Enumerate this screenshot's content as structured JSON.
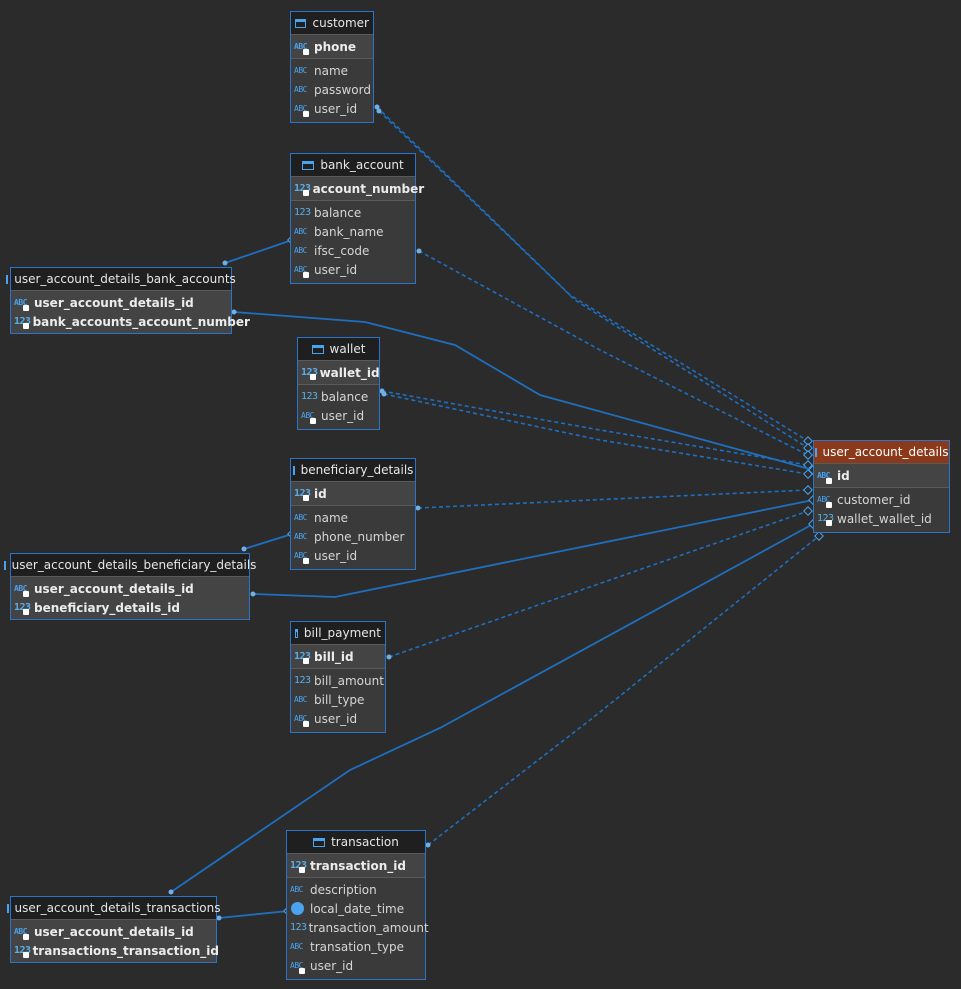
{
  "tables": [
    {
      "id": "customer",
      "name": "customer",
      "columns": [
        {
          "name": "phone",
          "type": "abc",
          "key": true
        },
        {
          "name": "name",
          "type": "abc"
        },
        {
          "name": "password",
          "type": "abc"
        },
        {
          "name": "user_id",
          "type": "abc",
          "fk": true
        }
      ]
    },
    {
      "id": "bank_account",
      "name": "bank_account",
      "columns": [
        {
          "name": "account_number",
          "type": "num",
          "key": true
        },
        {
          "name": "balance",
          "type": "num"
        },
        {
          "name": "bank_name",
          "type": "abc"
        },
        {
          "name": "ifsc_code",
          "type": "abc"
        },
        {
          "name": "user_id",
          "type": "abc",
          "fk": true
        }
      ]
    },
    {
      "id": "uadba",
      "name": "user_account_details_bank_accounts",
      "columns": [
        {
          "name": "user_account_details_id",
          "type": "abc",
          "key": true
        },
        {
          "name": "bank_accounts_account_number",
          "type": "num",
          "key": true
        }
      ]
    },
    {
      "id": "wallet",
      "name": "wallet",
      "columns": [
        {
          "name": "wallet_id",
          "type": "num",
          "key": true
        },
        {
          "name": "balance",
          "type": "num"
        },
        {
          "name": "user_id",
          "type": "abc",
          "fk": true
        }
      ]
    },
    {
      "id": "beneficiary_details",
      "name": "beneficiary_details",
      "columns": [
        {
          "name": "id",
          "type": "num",
          "key": true
        },
        {
          "name": "name",
          "type": "abc"
        },
        {
          "name": "phone_number",
          "type": "abc"
        },
        {
          "name": "user_id",
          "type": "abc",
          "fk": true
        }
      ]
    },
    {
      "id": "uadbd",
      "name": "user_account_details_beneficiary_details",
      "columns": [
        {
          "name": "user_account_details_id",
          "type": "abc",
          "key": true
        },
        {
          "name": "beneficiary_details_id",
          "type": "num",
          "key": true
        }
      ]
    },
    {
      "id": "bill_payment",
      "name": "bill_payment",
      "columns": [
        {
          "name": "bill_id",
          "type": "num",
          "key": true
        },
        {
          "name": "bill_amount",
          "type": "num"
        },
        {
          "name": "bill_type",
          "type": "abc"
        },
        {
          "name": "user_id",
          "type": "abc",
          "fk": true
        }
      ]
    },
    {
      "id": "transaction",
      "name": "transaction",
      "columns": [
        {
          "name": "transaction_id",
          "type": "num",
          "key": true
        },
        {
          "name": "description",
          "type": "abc"
        },
        {
          "name": "local_date_time",
          "type": "clock"
        },
        {
          "name": "transaction_amount",
          "type": "num"
        },
        {
          "name": "transation_type",
          "type": "abc"
        },
        {
          "name": "user_id",
          "type": "abc",
          "fk": true
        }
      ]
    },
    {
      "id": "uadt",
      "name": "user_account_details_transactions",
      "columns": [
        {
          "name": "user_account_details_id",
          "type": "abc",
          "key": true
        },
        {
          "name": "transactions_transaction_id",
          "type": "num",
          "key": true
        }
      ]
    },
    {
      "id": "uad",
      "name": "user_account_details",
      "focused": true,
      "columns": [
        {
          "name": "id",
          "type": "abc",
          "key": true
        },
        {
          "name": "customer_id",
          "type": "abc",
          "fk": true
        },
        {
          "name": "wallet_wallet_id",
          "type": "num",
          "fk": true
        }
      ]
    }
  ],
  "type_glyphs": {
    "abc": "ABC",
    "num": "123"
  },
  "colors": {
    "background": "#2b2b2b",
    "accent": "#2a74c9",
    "line": "#1e6fc0",
    "header_focus": "#8a3a1a"
  }
}
